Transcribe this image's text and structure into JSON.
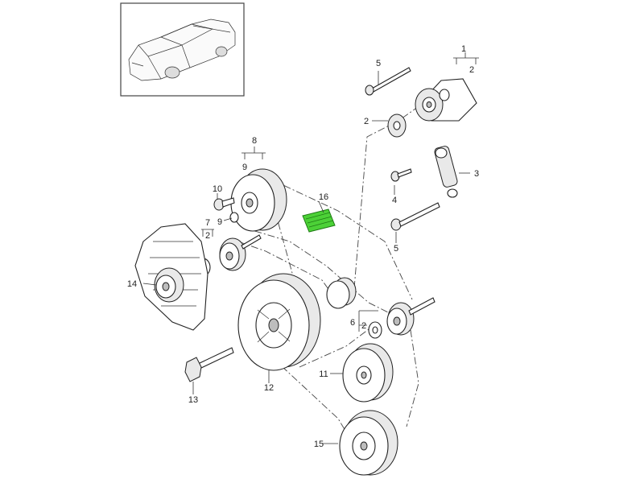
{
  "diagram": {
    "accent_color": "#4cd137",
    "highlighted_part": "16",
    "callouts": [
      {
        "id": "c1",
        "text": "1"
      },
      {
        "id": "c2a",
        "text": "2"
      },
      {
        "id": "c2b",
        "text": "2"
      },
      {
        "id": "c2c",
        "text": "2"
      },
      {
        "id": "c2d",
        "text": "2"
      },
      {
        "id": "c3",
        "text": "3"
      },
      {
        "id": "c4",
        "text": "4"
      },
      {
        "id": "c5a",
        "text": "5"
      },
      {
        "id": "c5b",
        "text": "5"
      },
      {
        "id": "c6",
        "text": "6"
      },
      {
        "id": "c7",
        "text": "7"
      },
      {
        "id": "c8",
        "text": "8"
      },
      {
        "id": "c9a",
        "text": "9"
      },
      {
        "id": "c9b",
        "text": "9"
      },
      {
        "id": "c10",
        "text": "10"
      },
      {
        "id": "c11",
        "text": "11"
      },
      {
        "id": "c12",
        "text": "12"
      },
      {
        "id": "c13",
        "text": "13"
      },
      {
        "id": "c14",
        "text": "14"
      },
      {
        "id": "c15",
        "text": "15"
      },
      {
        "id": "c16",
        "text": "16"
      }
    ]
  }
}
